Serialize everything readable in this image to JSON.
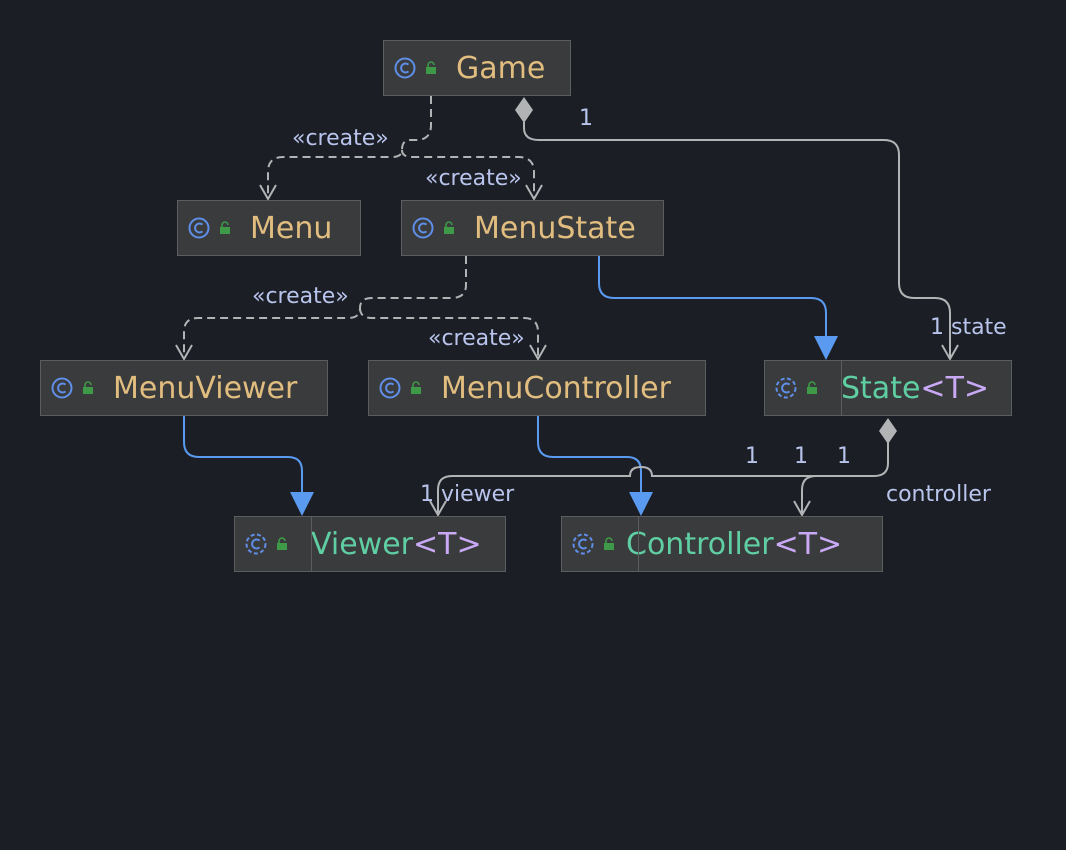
{
  "colors": {
    "background": "#1c1e25",
    "node_fill": "#3a3b3c",
    "node_border": "#5c5d5f",
    "class_name": "#e1bd7f",
    "abstract_name": "#5fcea3",
    "type_param": "#c9a9f5",
    "class_icon": "#5f8fe8",
    "visibility_icon": "#3e9a47",
    "edge_gray": "#b2b3b4",
    "edge_blue": "#5a9af0",
    "label": "#b8c4ec"
  },
  "nodes": {
    "game": {
      "name": "Game",
      "icon": "class-icon"
    },
    "menu": {
      "name": "Menu",
      "icon": "class-icon"
    },
    "menustate": {
      "name": "MenuState",
      "icon": "class-icon"
    },
    "menuviewer": {
      "name": "MenuViewer",
      "icon": "class-icon"
    },
    "menucontroller": {
      "name": "MenuController",
      "icon": "class-icon"
    },
    "state": {
      "name": "State",
      "type_open": "<",
      "type_param": "T",
      "type_close": ">",
      "icon": "abstract-class-icon"
    },
    "viewer": {
      "name": "Viewer",
      "type_open": "<",
      "type_param": "T",
      "type_close": ">",
      "icon": "abstract-class-icon"
    },
    "controller": {
      "name": "Controller",
      "type_open": "<",
      "type_param": "T",
      "type_close": ">",
      "icon": "abstract-class-icon"
    }
  },
  "edges": {
    "game_menu": {
      "label": "«create»"
    },
    "game_menustate": {
      "label": "«create»"
    },
    "game_state": {
      "source_cardinality": "1",
      "target_label": "1 state"
    },
    "menustate_menuviewer": {
      "label": "«create»"
    },
    "menustate_menucontroller": {
      "label": "«create»"
    },
    "state_viewer": {
      "source_cardinality": "1",
      "target_label": "1 viewer"
    },
    "state_controller": {
      "source_cardinality_a": "1",
      "source_cardinality_b": "1",
      "target_label": "controller"
    }
  }
}
